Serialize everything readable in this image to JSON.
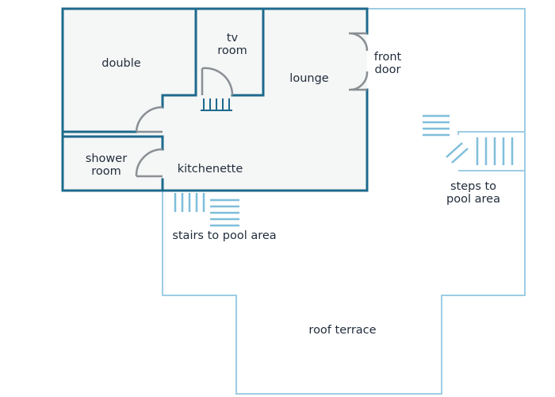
{
  "colors": {
    "walls_interior": "#1d6a8c",
    "walls_outdoor": "#9ccde3",
    "room_fill": "#f5f6f6",
    "door": "#8a8f94",
    "stairs": "#7fbedb",
    "text": "#1f2b3a"
  },
  "rooms": {
    "double": "double",
    "tv_room": [
      "tv",
      "room"
    ],
    "lounge": "lounge",
    "front_door": [
      "front",
      "door"
    ],
    "shower_room": [
      "shower",
      "room"
    ],
    "kitchenette": "kitchenette",
    "stairs_to_pool": "stairs to pool area",
    "steps_to_pool": [
      "steps to",
      "pool area"
    ],
    "roof_terrace": "roof terrace"
  }
}
